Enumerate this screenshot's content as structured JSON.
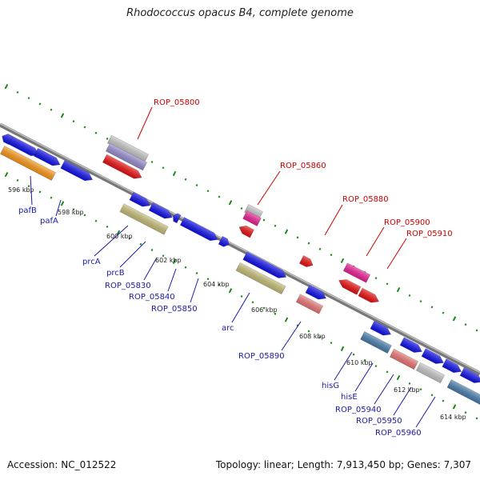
{
  "title": "Rhodococcus opacus B4, complete genome",
  "footer": {
    "accession": "Accession: NC_012522",
    "summary": "Topology: linear; Length: 7,913,450 bp; Genes: 7,307"
  },
  "colors": {
    "backbone": "#8a8a8a",
    "tick": "#1a8a1a",
    "red_label": "#cc0000",
    "blue_label": "#1a1aa6",
    "gene_blue": "#1111ee",
    "gene_red": "#ee1111",
    "gene_pink": "#ee2299",
    "gene_salmon": "#ee7777",
    "gene_olive": "#c8c07a",
    "gene_orange": "#ff9a1a",
    "gene_lavender": "#9a8fd0",
    "gene_grey": "#c8c8c8",
    "gene_steel": "#4a7fb0"
  },
  "kbp_ticks": [
    "596 kbp",
    "598 kbp",
    "600 kbp",
    "602 kbp",
    "604 kbp",
    "606 kbp",
    "608 kbp",
    "610 kbp",
    "612 kbp",
    "614 kbp"
  ],
  "labels_top": [
    "ROP_05800",
    "ROP_05860",
    "ROP_05880",
    "ROP_05900",
    "ROP_05910"
  ],
  "labels_bottom": [
    "pafB",
    "pafA",
    "prcA",
    "prcB",
    "ROP_05830",
    "ROP_05840",
    "ROP_05850",
    "arc",
    "ROP_05890",
    "hisG",
    "hisE",
    "ROP_05940",
    "ROP_05950",
    "ROP_05960"
  ]
}
